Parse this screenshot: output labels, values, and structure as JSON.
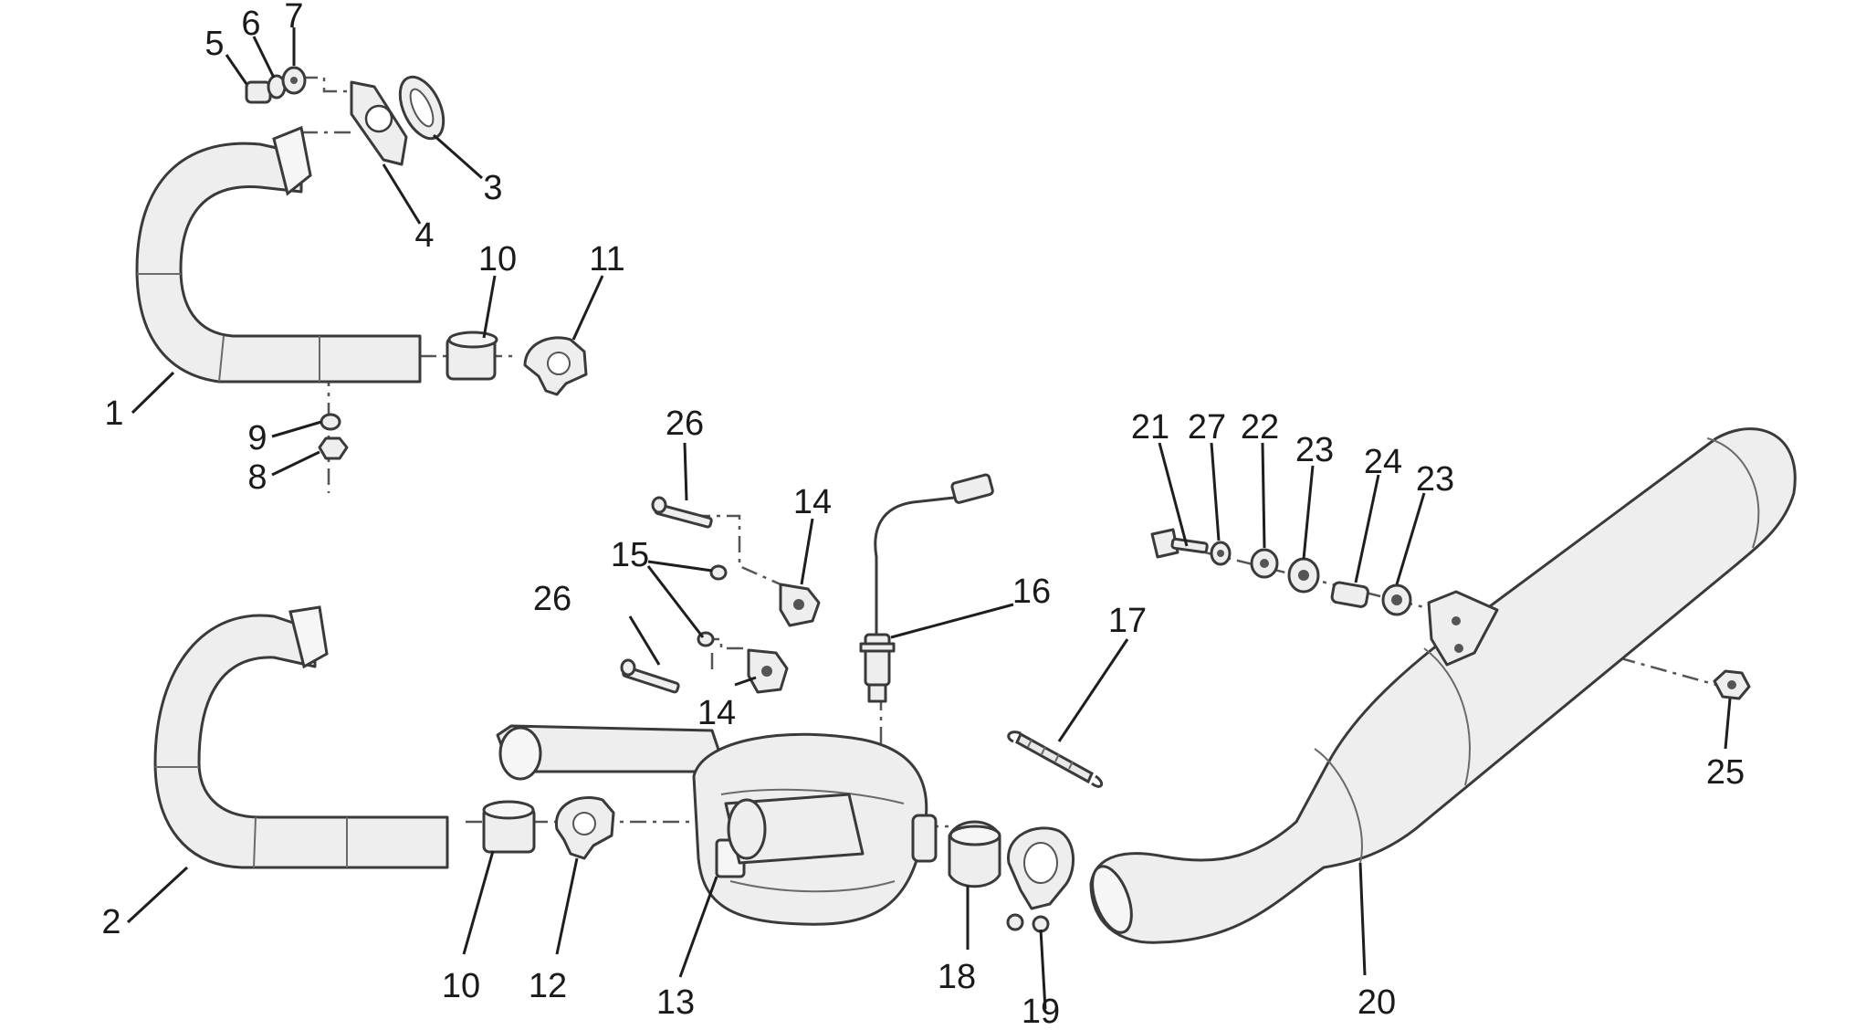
{
  "diagram": {
    "callouts": [
      {
        "id": "c1",
        "label": "1"
      },
      {
        "id": "c2",
        "label": "2"
      },
      {
        "id": "c3",
        "label": "3"
      },
      {
        "id": "c4",
        "label": "4"
      },
      {
        "id": "c5",
        "label": "5"
      },
      {
        "id": "c6",
        "label": "6"
      },
      {
        "id": "c7",
        "label": "7"
      },
      {
        "id": "c8",
        "label": "8"
      },
      {
        "id": "c9",
        "label": "9"
      },
      {
        "id": "c10a",
        "label": "10"
      },
      {
        "id": "c10b",
        "label": "10"
      },
      {
        "id": "c11",
        "label": "11"
      },
      {
        "id": "c12",
        "label": "12"
      },
      {
        "id": "c13",
        "label": "13"
      },
      {
        "id": "c14a",
        "label": "14"
      },
      {
        "id": "c14b",
        "label": "14"
      },
      {
        "id": "c15",
        "label": "15"
      },
      {
        "id": "c16",
        "label": "16"
      },
      {
        "id": "c17",
        "label": "17"
      },
      {
        "id": "c18",
        "label": "18"
      },
      {
        "id": "c19",
        "label": "19"
      },
      {
        "id": "c20",
        "label": "20"
      },
      {
        "id": "c21",
        "label": "21"
      },
      {
        "id": "c22",
        "label": "22"
      },
      {
        "id": "c23a",
        "label": "23"
      },
      {
        "id": "c23b",
        "label": "23"
      },
      {
        "id": "c24",
        "label": "24"
      },
      {
        "id": "c25",
        "label": "25"
      },
      {
        "id": "c26a",
        "label": "26"
      },
      {
        "id": "c26b",
        "label": "26"
      },
      {
        "id": "c27",
        "label": "27"
      }
    ]
  }
}
